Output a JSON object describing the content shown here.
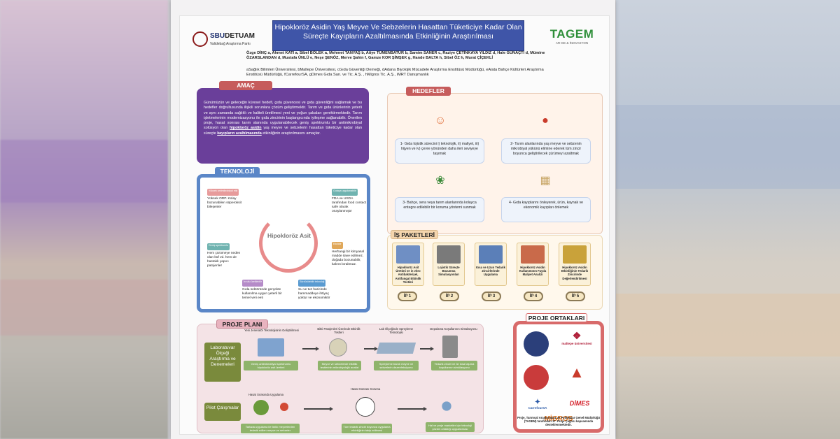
{
  "logos": {
    "left_brand": "SBU",
    "left_brand2": "DETUAM",
    "left_sub": "Validebağ Araştırma Parkı",
    "right_brand": "TAGEM",
    "right_sub": "AR-GE & İNOVASYON"
  },
  "title": "Hipokloröz Asidin Yaş Meyve Ve Sebzelerin Hasattan Tüketiciye Kadar Olan Süreçte Kayıpların Azaltılmasında Etkinliğinin Araştırılması",
  "authors": "Özge DİNÇ a, Ahmet KATI a, Sibel BÖLEK a, Mehmet TANYAŞ b, Atiye TÜMENBATUR b, Samim SANER c, Raziye ÇETİNKAYA YILDIZ d, Hale GÜNAÇTI d, Mümine ÖZARSLANDAN d, Mustafa ÜNLÜ e, Neşe ŞENÖZ, Merve Şahin f, Gamze KOR ŞİMŞEK g, Hande BALTA h, Sibel ÖZ h, Murat ÇİÇEKLİ",
  "affiliations": "aSağlık Bilimleri Üniversitesi, bMaltepe Üniversitesi, cGıda Güvenliği Derneği, dAdana Biyolojik Mücadele Araştırma Enstitüsü Müdürlüğü, eAlata Bahçe Kültürleri Araştırma Enstitüsü Müdürlüğü, fCarrefourSA, gDimes Gıda San. ve Tic. A.Ş. , hMigros Tic. A.Ş., iMRT Danışmanlık",
  "amac": {
    "heading": "AMAÇ",
    "text_a": "Günümüzün ve geleceğin küresel hedefi, gıda güvencesi ve gıda güvenliğini sağlamak ve bu hedefler doğrultusunda ilişkili sorunlara çözüm geliştirmektir. Tarım ve gıda ürünlerinin yeterli ve aynı zamanda sağlıklı ve kaliteli üretilmesi yeni ve yoğun çabaları gerektirmektedir. Tarım işletmelerinin modernizasyonu ile gıda zincirinin başlangıcında iyileşme sağlanabilir. Önerilen proje, hasat sonrası tarım alanında uygulanabilecek geniş spektrumlu bir antimikrobiyal solüsyon olan ",
    "hl1": "hipokloröz asidin",
    "text_b": " yaş meyve ve sebzelerin hasattan tüketiciye kadar olan süreçte ",
    "hl2": "kayıpların azaltılmasında",
    "text_c": " etkinliğinin araştırılmasını amaçlar."
  },
  "teknoloji": {
    "heading": "TEKNOLOJİ",
    "center": "Hipokloröz Asit",
    "items": [
      {
        "tag": "Yüksek antimikrobiyal etki",
        "text": "Yüksek ORP. Kolay bozunabilen süperoksit bileşenler"
      },
      {
        "tag": "Gıdaya uygulanabilir",
        "text": "FDA ve USDA tarafından food contact safe olarak onaylanmıştır"
      },
      {
        "tag": "Geniş spektrumlu",
        "text": "Hem çürümeye neden olan küf vd. hem de hastalık yapıcı patojenler"
      },
      {
        "tag": "Etkilidir",
        "text": "Herhangi bir kimyasal madde ilave edilmez, doğada bozunabilir, kalıntı bırakmaz."
      },
      {
        "tag": "İn situ üretilebilir",
        "text": "Gıda sektöründe gerçekte kullanılma uygun yeterli bir temel veri eeti"
      },
      {
        "tag": "Sürdürülebilir teknoloji",
        "text": "Su ve tuz haricinde hammaddeye ihtiyaç yoktur ve ekonomiktir"
      }
    ]
  },
  "hedefler": {
    "heading": "HEDEFLER",
    "items": [
      {
        "icon": "chef-icon",
        "text": "1- Gıda lojistik sürecini i) teknolojik, ii) maliyet, iii) hijyen ve iv) çevre yönünden daha ileri seviyeye taşımak"
      },
      {
        "icon": "apple-icon",
        "text": "2- Tarım alanlarında yaş meyve ve sebzenin mikrobiyal yükünü elimine ederek tüm zincir boyunca geliştirilecek çürümeyi azaltmak"
      },
      {
        "icon": "sprout-icon",
        "text": "3- Bahçe, sera veya tarım alanlarında kolayca entegre edilebilir bir koruma yöntemi sunmak"
      },
      {
        "icon": "money-icon",
        "text": "4- Gıda kayıplarını önleyerek, ürün, kaynak ve ekonomik kayıpları önlemek"
      }
    ]
  },
  "is_paketleri": {
    "heading": "İŞ PAKETLERİ",
    "items": [
      {
        "label": "Hipokloröz Asit Üretimi ve in vitro Antibakteriyel, Antifungal Etkinlik Testleri",
        "code": "İP 1",
        "color": "#6f8fc4"
      },
      {
        "label": "Lojistik Süreçte Bozunma Simulasyonları",
        "code": "İP 2",
        "color": "#7a7a7a"
      },
      {
        "label": "Kısa ve Uzun Tedarik Zincirlerinde Uygulama",
        "code": "İP 3",
        "color": "#5b7fb8"
      },
      {
        "label": "Hipokloröz Asidin Kullanımının Fayda Maliyet Analizi",
        "code": "İP 4",
        "color": "#c96a4a"
      },
      {
        "label": "Hipokloröz Asidin Etkinliğinin Tedarik Zincirinde Değerlendirilmesi",
        "code": "İP 5",
        "color": "#c9a23a"
      }
    ]
  },
  "proje_plani": {
    "heading": "PROJE PLANI",
    "row1_label": "Laboratuvar Ölçeği Araştırma ve Denemeleri",
    "row2_label": "Pilot Çalışmalar",
    "row1_steps": [
      {
        "title": "Yeni Jeneratör Teknolojisinin Geliştirilmesi",
        "note": "Geniş antimikrobiyal spektrumlu hipokloröz asit üretimi"
      },
      {
        "title": "Bitki Patojenleri Üzerinde Etkinlik Testleri",
        "note": "Meyve ve sebzelerde etkililik testlerinin mikrobiyolojik analizi"
      },
      {
        "title": "Lab Ölçeğinde Spreyleme Teknolojisi",
        "note": "Spreyleme bandı meyve ve sebzelerin dezenfeksiyonu"
      },
      {
        "title": "Depolama Koşullarının Simülasyonu",
        "note": "Tedarik zinciri ve ön kısa taşıma koşullarının simülasyonu"
      }
    ],
    "row2_steps": [
      {
        "title": "Hasat Sırasında Uygulama",
        "note": "Tarlada uygulama ile farklı meyvelerden tedarik edilen meyve ve sebzeler"
      },
      {
        "title": "Hasat Sonrası Koruma",
        "note": "Tüm tedarik zinciri boyunca uygulama etkinliğinin takip edilmesi"
      },
      {
        "title": "",
        "note": "Hal ve proje marketler için teknoloji çözüm ortaklığı uygulanması"
      }
    ]
  },
  "ortaklar": {
    "heading": "PROJE ORTAKLARI",
    "logos": [
      "maltepe üniversitesi",
      "CarrefourSA",
      "DİMES",
      "MİGROS"
    ],
    "footer": "Proje, Tarımsal Araştırmalar ve Politikalar Genel Müdürlüğü (TAGEM) tarafından 17. Proje Çağrısı kapsamında desteklenmektedir."
  }
}
